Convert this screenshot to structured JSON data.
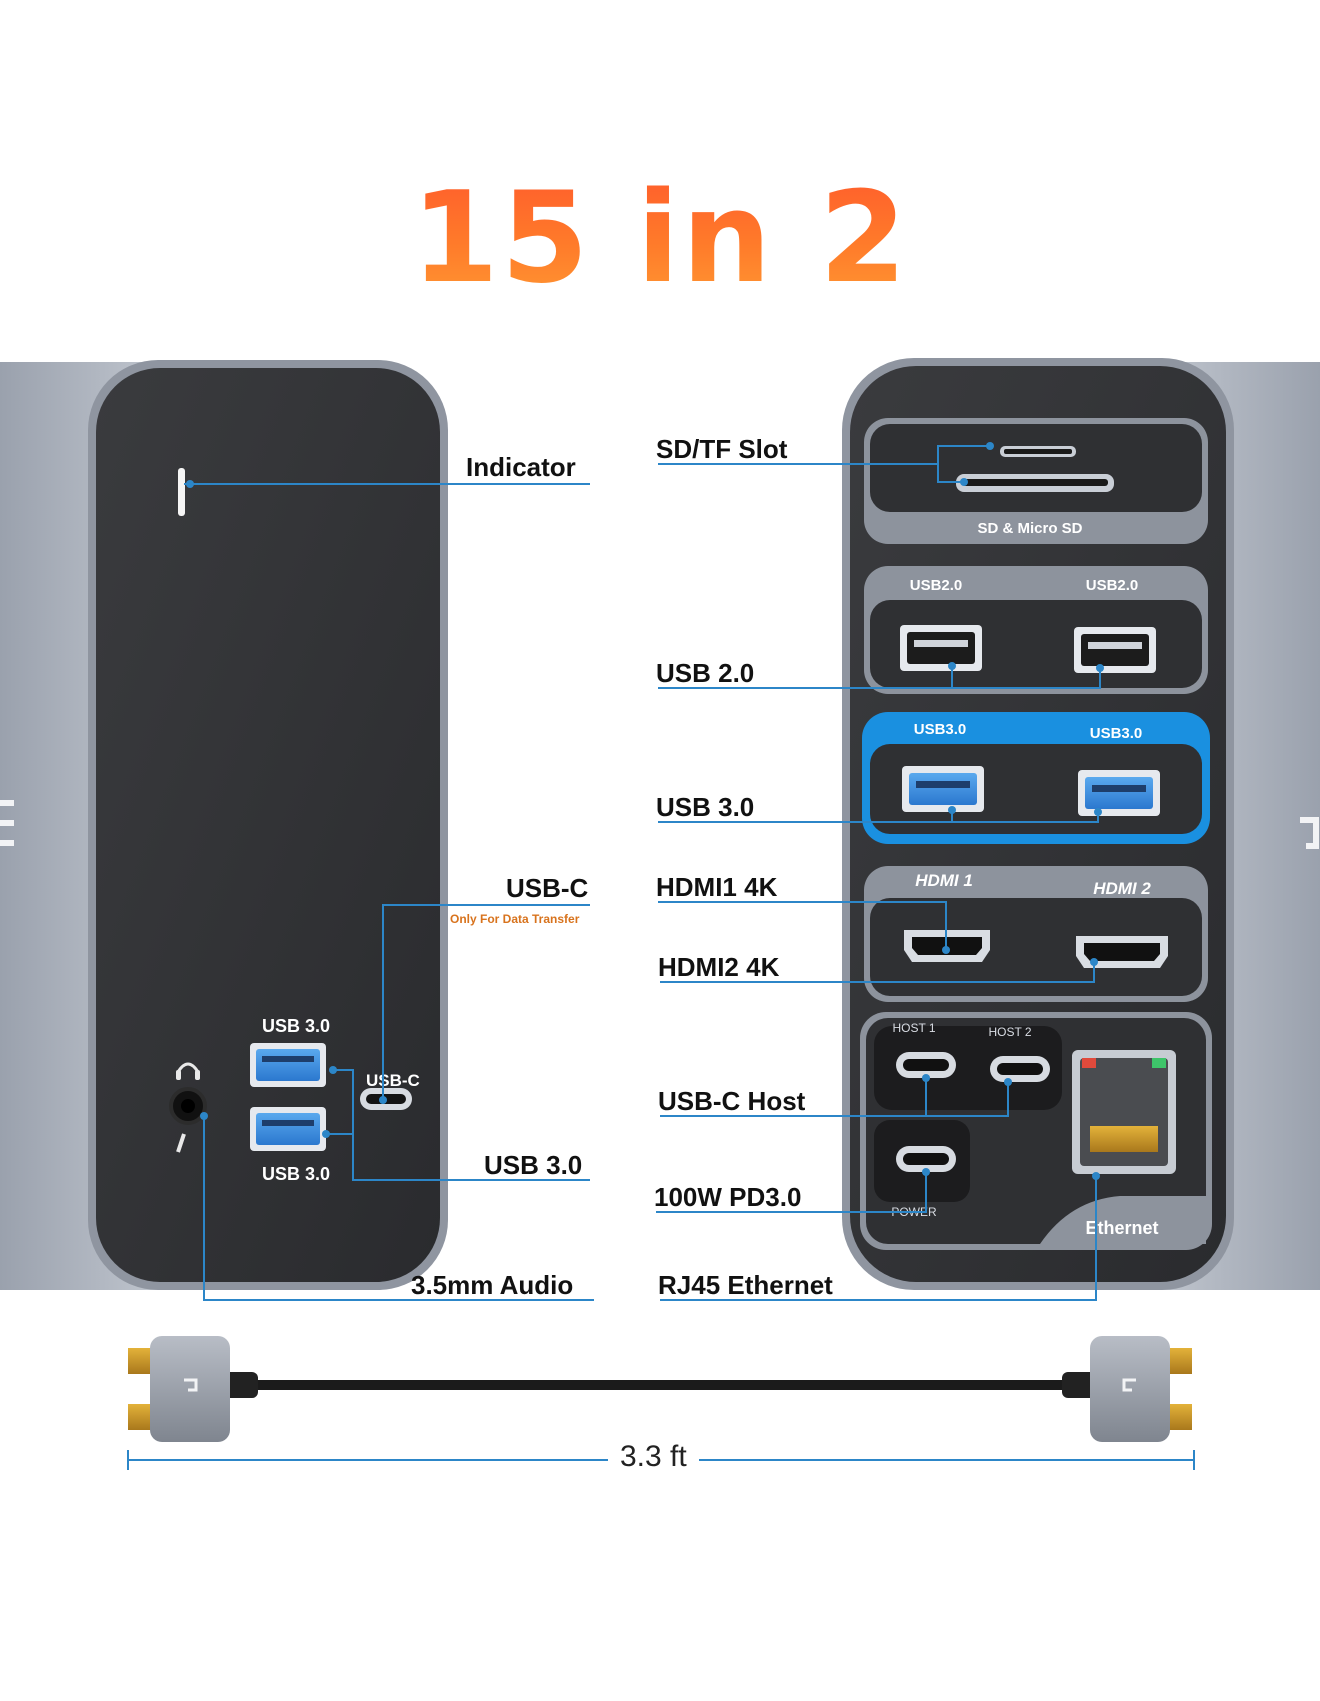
{
  "title": "15 in 2",
  "left_device": {
    "labels": {
      "indicator": "Indicator",
      "usb_c": "USB-C",
      "usb_c_note": "Only For Data Transfer",
      "usb30": "USB 3.0",
      "audio": "3.5mm Audio"
    },
    "panel_text": {
      "usb30_top": "USB 3.0",
      "usb30_bottom": "USB 3.0",
      "usb_c": "USB-C"
    }
  },
  "right_device": {
    "labels": {
      "sd_slot": "SD/TF Slot",
      "usb20": "USB 2.0",
      "usb30": "USB 3.0",
      "hdmi1": "HDMI1 4K",
      "hdmi2": "HDMI2 4K",
      "usbc_host": "USB-C Host",
      "pd": "100W PD3.0",
      "rj45": "RJ45 Ethernet"
    },
    "panel_text": {
      "sd_caption": "SD & Micro SD",
      "usb20_a": "USB2.0",
      "usb20_b": "USB2.0",
      "usb30_a": "USB3.0",
      "usb30_b": "USB3.0",
      "hdmi_a": "HDMI 1",
      "hdmi_b": "HDMI 2",
      "host1": "HOST 1",
      "host2": "HOST 2",
      "power": "POWER",
      "ethernet": "Ethernet"
    }
  },
  "cable": {
    "length": "3.3 ft"
  },
  "colors": {
    "accent_line": "#2c86c8",
    "usb3_blue": "#1a90e0",
    "title_orange": "#ff6a2a"
  }
}
